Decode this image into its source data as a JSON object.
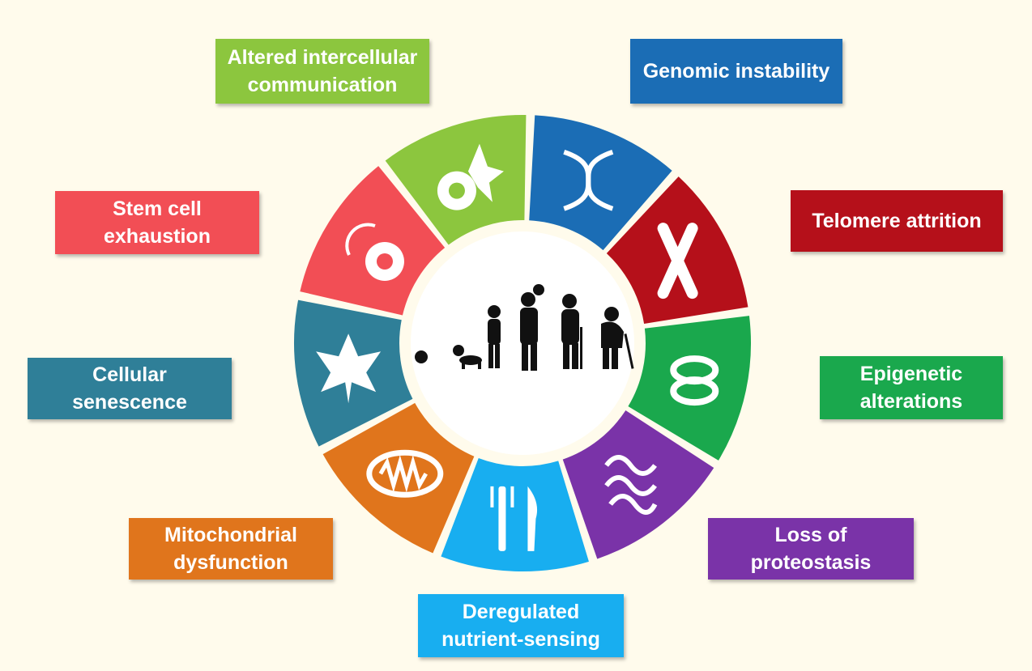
{
  "hallmarks": [
    {
      "id": "genomic-instability",
      "text": "Genomic instability",
      "color": "#1b6db5",
      "icon": "dna-helix-icon"
    },
    {
      "id": "telomere-attrition",
      "text": "Telomere attrition",
      "color": "#b5101a",
      "icon": "chromosome-icon"
    },
    {
      "id": "epigenetic-alterations",
      "text": "Epigenetic\nalterations",
      "color": "#1aa84d",
      "icon": "nucleosome-icon"
    },
    {
      "id": "loss-of-proteostasis",
      "text": "Loss of\nproteostasis",
      "color": "#7a33a8",
      "icon": "protein-structure-icon"
    },
    {
      "id": "deregulated-nutrient-sensing",
      "text": "Deregulated\nnutrient-sensing",
      "color": "#18aef0",
      "icon": "fork-knife-icon"
    },
    {
      "id": "mitochondrial-dysfunction",
      "text": "Mitochondrial\ndysfunction",
      "color": "#e0751c",
      "icon": "mitochondrion-icon"
    },
    {
      "id": "cellular-senescence",
      "text": "Cellular\nsenescence",
      "color": "#2f7f98",
      "icon": "withered-leaf-icon"
    },
    {
      "id": "stem-cell-exhaustion",
      "text": "Stem cell\nexhaustion",
      "color": "#f24e55",
      "icon": "stem-cell-icon"
    },
    {
      "id": "altered-intercellular-communication",
      "text": "Altered intercellular\ncommunication",
      "color": "#8cc63e",
      "icon": "cell-communication-icon"
    }
  ],
  "center": {
    "icon": "human-life-stages-silhouette-icon"
  }
}
